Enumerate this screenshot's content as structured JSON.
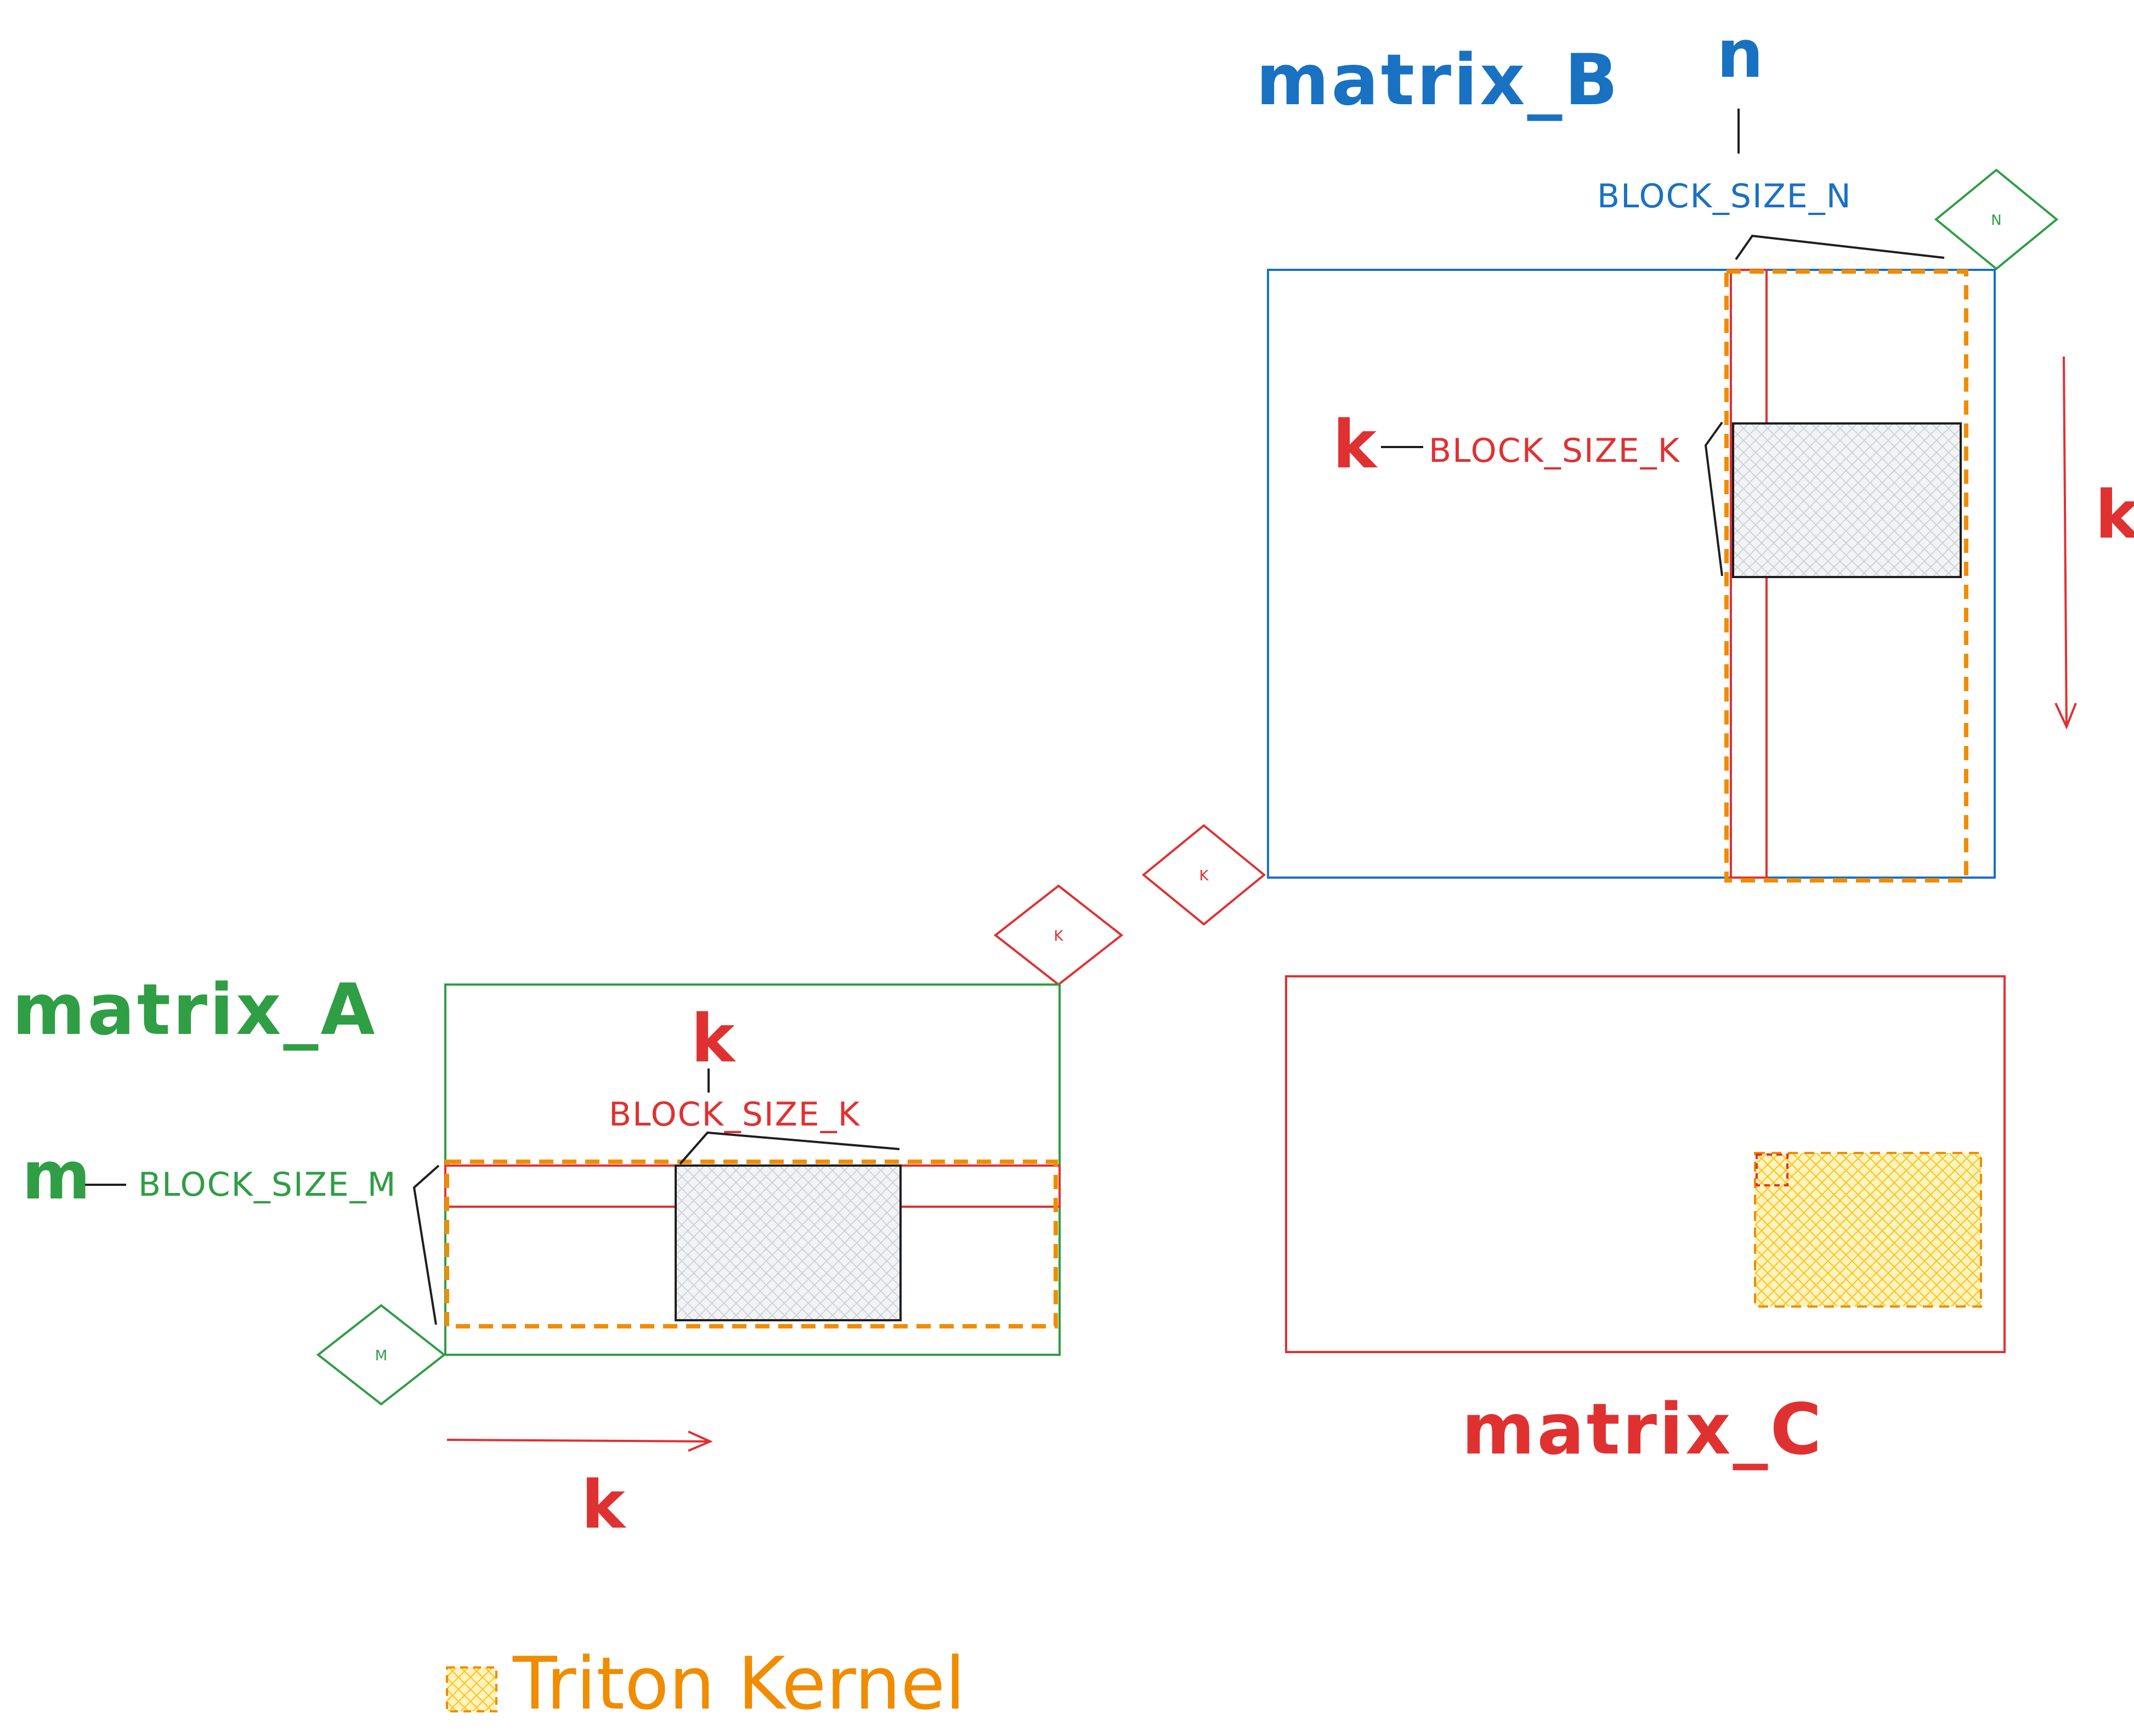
{
  "colors": {
    "matrix_a": "#2f9e44",
    "matrix_b": "#1971c2",
    "matrix_c": "#e03131",
    "kernel": "#f08c00",
    "kernel_fill": "#ffec99",
    "block_fill": "#e9ecef",
    "black": "#1e1e1e"
  },
  "matrix_b": {
    "title": "matrix_B",
    "n_label": "n",
    "block_n_label": "BLOCK_SIZE_N",
    "n_diamond": "N",
    "k_label": "k",
    "block_k_label": "BLOCK_SIZE_K",
    "k_arrow_label": "k",
    "k_diamond": "K"
  },
  "matrix_a": {
    "title": "matrix_A",
    "k_label": "k",
    "block_k_label": "BLOCK_SIZE_K",
    "m_label": "m",
    "block_m_label": "BLOCK_SIZE_M",
    "m_diamond": "M",
    "k_diamond": "K",
    "k_arrow_label": "k"
  },
  "matrix_c": {
    "title": "matrix_C"
  },
  "legend": {
    "label": "Triton Kernel"
  }
}
